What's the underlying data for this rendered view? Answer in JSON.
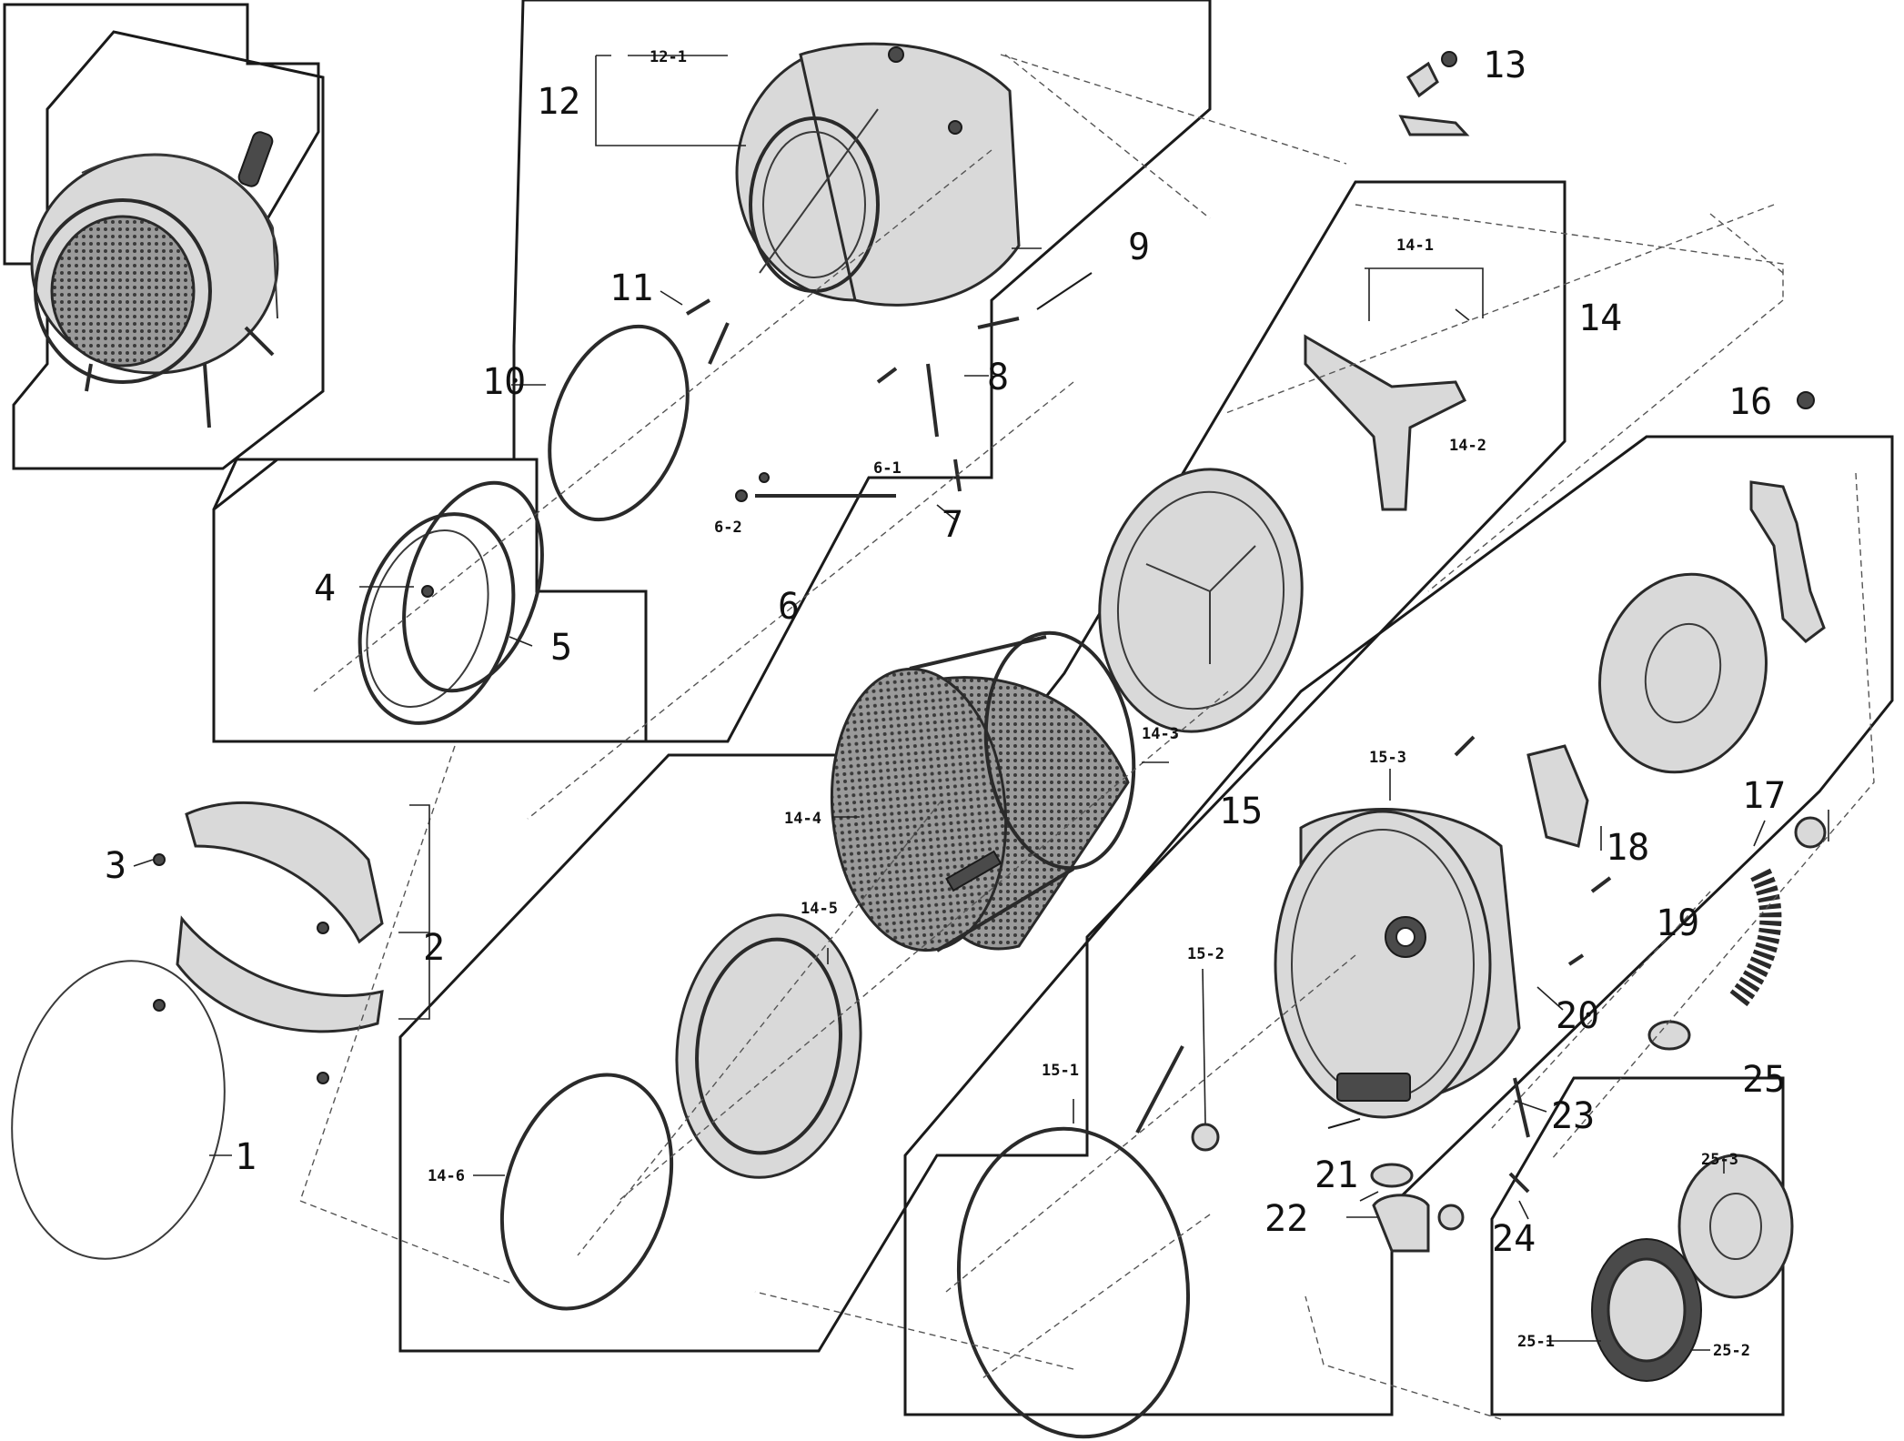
{
  "diagram": {
    "labels": {
      "l1": "1",
      "l2": "2",
      "l3": "3",
      "l4": "4",
      "l5": "5",
      "l6": "6",
      "l6_1": "6-1",
      "l6_2": "6-2",
      "l7": "7",
      "l8": "8",
      "l9": "9",
      "l10": "10",
      "l11": "11",
      "l12": "12",
      "l12_1": "12-1",
      "l13": "13",
      "l14": "14",
      "l14_1": "14-1",
      "l14_2": "14-2",
      "l14_3": "14-3",
      "l14_4": "14-4",
      "l14_5": "14-5",
      "l14_6": "14-6",
      "l15": "15",
      "l15_1": "15-1",
      "l15_2": "15-2",
      "l15_3": "15-3",
      "l16": "16",
      "l17": "17",
      "l18": "18",
      "l19": "19",
      "l20": "20",
      "l21": "21",
      "l22": "22",
      "l23": "23",
      "l24": "24",
      "l25": "25",
      "l25_1": "25-1",
      "l25_2": "25-2",
      "l25_3": "25-3"
    },
    "colors": {
      "line": "#1a1a1a",
      "part_fill": "#d9d9d9",
      "background": "#ffffff"
    }
  }
}
